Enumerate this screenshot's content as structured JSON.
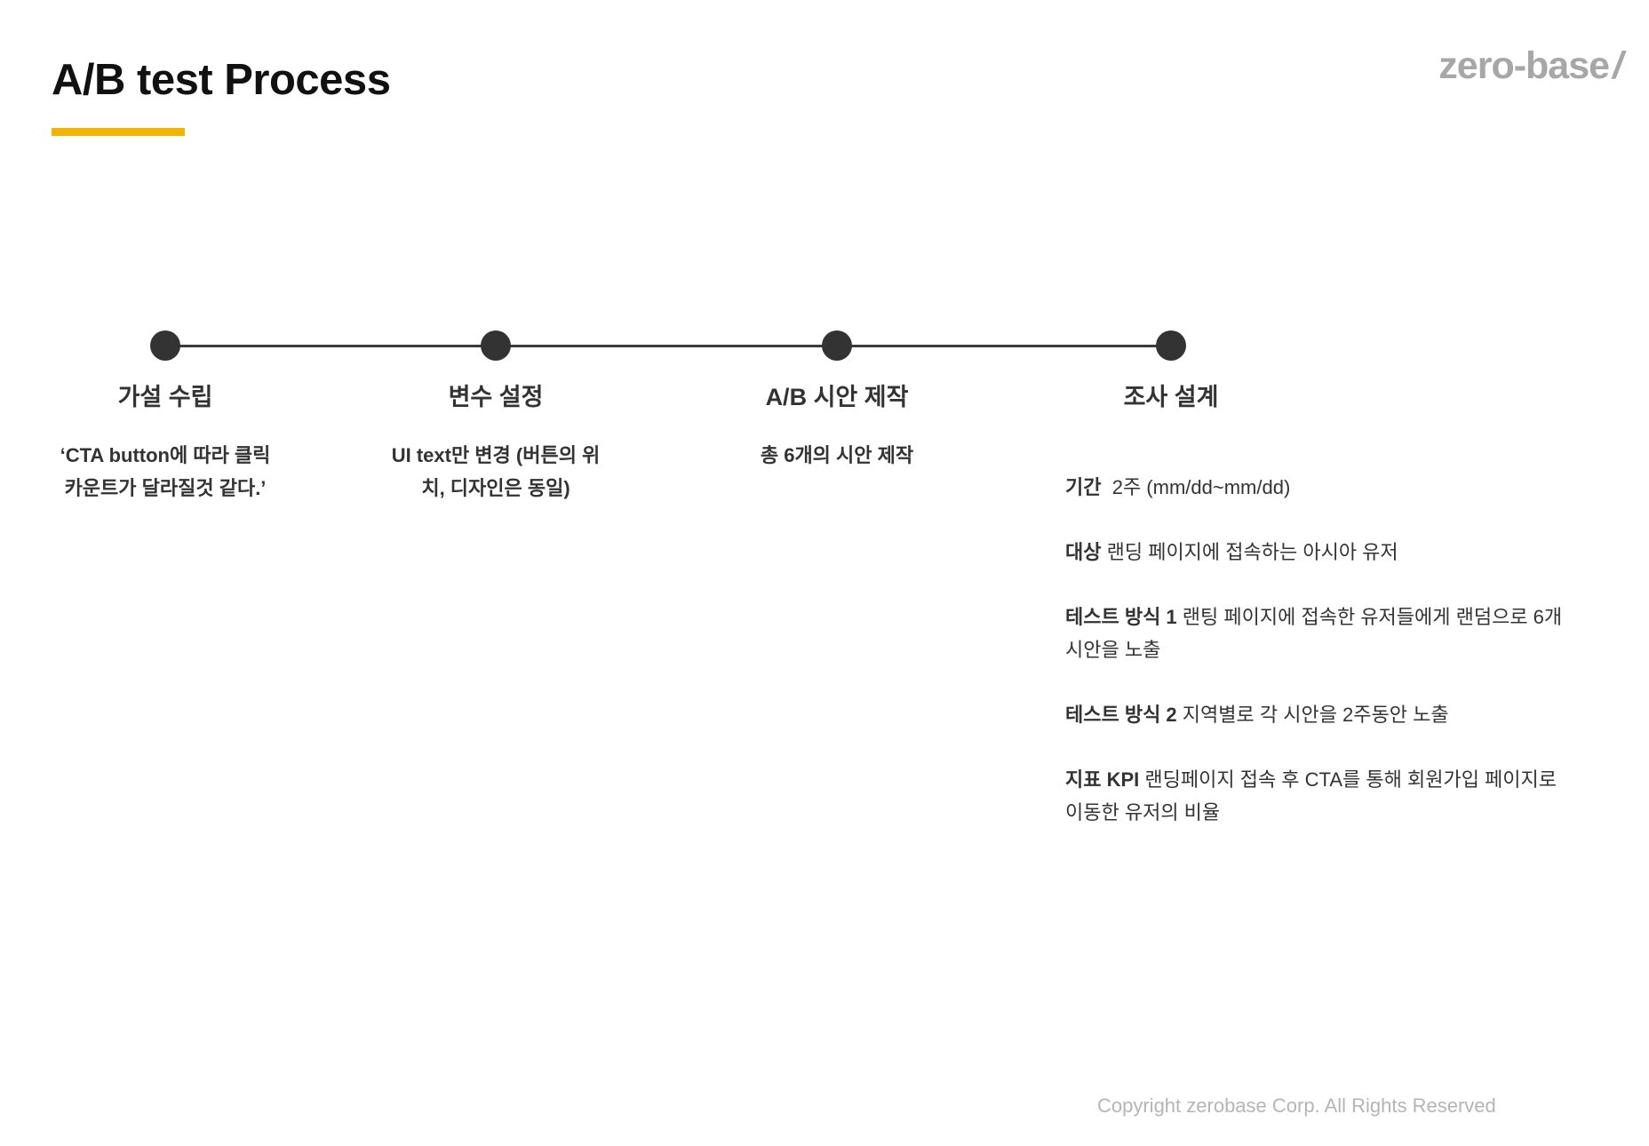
{
  "header": {
    "title": "A/B test Process",
    "logo_text": "zero-base",
    "logo_slash": "/",
    "accent_color": "#f5b400"
  },
  "timeline": {
    "steps": [
      {
        "title": "가설 수립",
        "desc": "‘CTA button에 따라 클릭 카운트가 달라질것 같다.’"
      },
      {
        "title": "변수 설정",
        "desc": "UI text만 변경 (버튼의 위치, 디자인은 동일)"
      },
      {
        "title": "A/B 시안 제작",
        "desc": "총 6개의 시안 제작"
      },
      {
        "title": "조사 설계",
        "desc": ""
      }
    ]
  },
  "details": [
    {
      "key": "기간",
      "value": "2주 (mm/dd~mm/dd)"
    },
    {
      "key": "대상",
      "value": "랜딩 페이지에 접속하는 아시아 유저"
    },
    {
      "key": "테스트 방식 1",
      "value": "랜팅 페이지에 접속한 유저들에게 랜덤으로 6개 시안을 노출"
    },
    {
      "key": "테스트 방식 2",
      "value": "지역별로 각 시안을 2주동안 노출"
    },
    {
      "key": "지표 KPI",
      "value": "랜딩페이지 접속 후 CTA를 통해 회원가입 페이지로 이동한 유저의 비율"
    }
  ],
  "footer": {
    "copyright": "Copyright zerobase Corp. All Rights Reserved"
  }
}
